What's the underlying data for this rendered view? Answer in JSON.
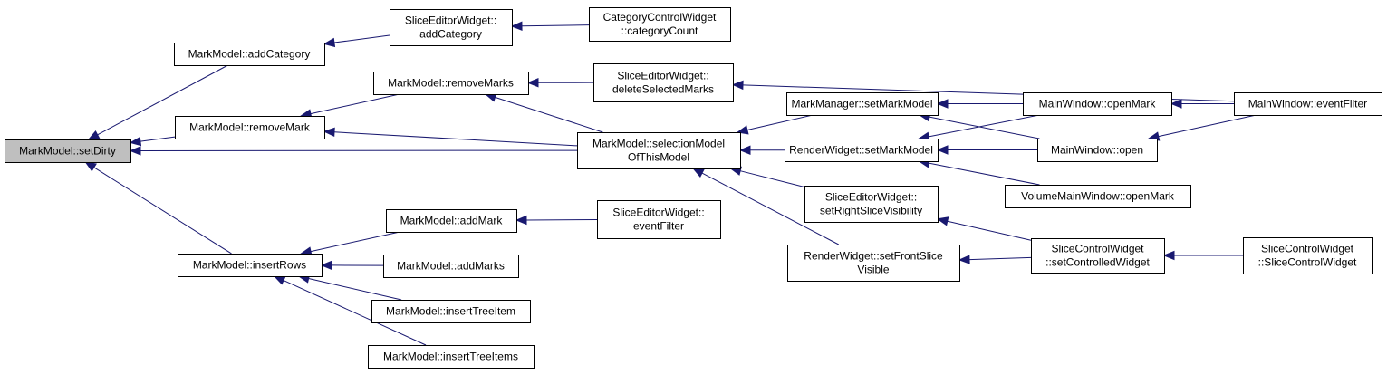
{
  "colors": {
    "edge": "#191970",
    "node_fill": "#ffffff",
    "root_fill": "#bfbfbf",
    "border": "#000000"
  },
  "nodes": [
    {
      "id": "setDirty",
      "lines": [
        "MarkModel::setDirty"
      ],
      "root": true
    },
    {
      "id": "addCategory",
      "lines": [
        "MarkModel::addCategory"
      ]
    },
    {
      "id": "removeMark",
      "lines": [
        "MarkModel::removeMark"
      ]
    },
    {
      "id": "insertRows",
      "lines": [
        "MarkModel::insertRows"
      ]
    },
    {
      "id": "sewAddCategory",
      "lines": [
        "SliceEditorWidget::",
        "addCategory"
      ]
    },
    {
      "id": "categoryCount",
      "lines": [
        "CategoryControlWidget",
        "::categoryCount"
      ]
    },
    {
      "id": "removeMarks",
      "lines": [
        "MarkModel::removeMarks"
      ]
    },
    {
      "id": "deleteSelectedMarks",
      "lines": [
        "SliceEditorWidget::",
        "deleteSelectedMarks"
      ]
    },
    {
      "id": "selectionModel",
      "lines": [
        "MarkModel::selectionModel",
        "OfThisModel"
      ]
    },
    {
      "id": "mmSetMarkModel",
      "lines": [
        "MarkManager::setMarkModel"
      ]
    },
    {
      "id": "rwSetMarkModel",
      "lines": [
        "RenderWidget::setMarkModel"
      ]
    },
    {
      "id": "setRightSliceVisibility",
      "lines": [
        "SliceEditorWidget::",
        "setRightSliceVisibility"
      ]
    },
    {
      "id": "setFrontSliceVisible",
      "lines": [
        "RenderWidget::setFrontSlice",
        "Visible"
      ]
    },
    {
      "id": "mwOpenMark",
      "lines": [
        "MainWindow::openMark"
      ]
    },
    {
      "id": "mwOpen",
      "lines": [
        "MainWindow::open"
      ]
    },
    {
      "id": "vmwOpenMark",
      "lines": [
        "VolumeMainWindow::openMark"
      ]
    },
    {
      "id": "mwEventFilter",
      "lines": [
        "MainWindow::eventFilter"
      ]
    },
    {
      "id": "setControlledWidget",
      "lines": [
        "SliceControlWidget",
        "::setControlledWidget"
      ]
    },
    {
      "id": "sliceControlWidgetCtor",
      "lines": [
        "SliceControlWidget",
        "::SliceControlWidget"
      ]
    },
    {
      "id": "addMark",
      "lines": [
        "MarkModel::addMark"
      ]
    },
    {
      "id": "sewEventFilter",
      "lines": [
        "SliceEditorWidget::",
        "eventFilter"
      ]
    },
    {
      "id": "addMarks",
      "lines": [
        "MarkModel::addMarks"
      ]
    },
    {
      "id": "insertTreeItem",
      "lines": [
        "MarkModel::insertTreeItem"
      ]
    },
    {
      "id": "insertTreeItems",
      "lines": [
        "MarkModel::insertTreeItems"
      ]
    }
  ],
  "edges": [
    {
      "from": "addCategory",
      "to": "setDirty"
    },
    {
      "from": "removeMark",
      "to": "setDirty"
    },
    {
      "from": "selectionModel",
      "to": "setDirty"
    },
    {
      "from": "insertRows",
      "to": "setDirty"
    },
    {
      "from": "sewAddCategory",
      "to": "addCategory"
    },
    {
      "from": "categoryCount",
      "to": "sewAddCategory"
    },
    {
      "from": "removeMarks",
      "to": "removeMark"
    },
    {
      "from": "selectionModel",
      "to": "removeMark"
    },
    {
      "from": "deleteSelectedMarks",
      "to": "removeMarks"
    },
    {
      "from": "selectionModel",
      "to": "removeMarks"
    },
    {
      "from": "mwEventFilter",
      "to": "deleteSelectedMarks"
    },
    {
      "from": "mmSetMarkModel",
      "to": "selectionModel"
    },
    {
      "from": "rwSetMarkModel",
      "to": "selectionModel"
    },
    {
      "from": "setRightSliceVisibility",
      "to": "selectionModel"
    },
    {
      "from": "setFrontSliceVisible",
      "to": "selectionModel"
    },
    {
      "from": "mwOpenMark",
      "to": "mmSetMarkModel"
    },
    {
      "from": "mwOpen",
      "to": "mmSetMarkModel"
    },
    {
      "from": "mwOpenMark",
      "to": "rwSetMarkModel"
    },
    {
      "from": "mwOpen",
      "to": "rwSetMarkModel"
    },
    {
      "from": "vmwOpenMark",
      "to": "rwSetMarkModel"
    },
    {
      "from": "mwEventFilter",
      "to": "mwOpenMark"
    },
    {
      "from": "mwEventFilter",
      "to": "mwOpen"
    },
    {
      "from": "setControlledWidget",
      "to": "setRightSliceVisibility"
    },
    {
      "from": "setControlledWidget",
      "to": "setFrontSliceVisible"
    },
    {
      "from": "sliceControlWidgetCtor",
      "to": "setControlledWidget"
    },
    {
      "from": "addMark",
      "to": "insertRows"
    },
    {
      "from": "addMarks",
      "to": "insertRows"
    },
    {
      "from": "insertTreeItem",
      "to": "insertRows"
    },
    {
      "from": "insertTreeItems",
      "to": "insertRows"
    },
    {
      "from": "sewEventFilter",
      "to": "addMark"
    }
  ]
}
